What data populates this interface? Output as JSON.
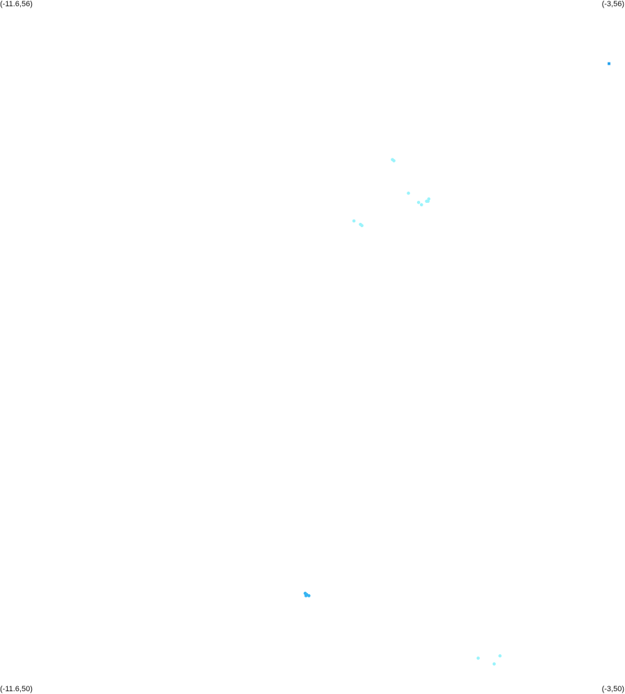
{
  "map": {
    "bounds": {
      "lon_min": -11.6,
      "lon_max": -3,
      "lat_min": 50,
      "lat_max": 56
    },
    "corner_labels": {
      "top_left": "(-11.6,56)",
      "top_right": "(-3,56)",
      "bottom_left": "(-11.6,50)",
      "bottom_right": "(-3,50)"
    },
    "colors": {
      "background": "#ffffff",
      "label_text": "#111111"
    },
    "points": [
      {
        "lon": -3.22,
        "lat": 55.45,
        "color": "#29a3ee",
        "shape": "square"
      },
      {
        "lon": -6.2,
        "lat": 54.62,
        "color": "#9af3fb",
        "shape": "dot"
      },
      {
        "lon": -6.18,
        "lat": 54.61,
        "color": "#9af3fb",
        "shape": "dot"
      },
      {
        "lon": -5.98,
        "lat": 54.33,
        "color": "#9af3fb",
        "shape": "dot"
      },
      {
        "lon": -5.84,
        "lat": 54.25,
        "color": "#9af3fb",
        "shape": "dot"
      },
      {
        "lon": -5.8,
        "lat": 54.23,
        "color": "#9af3fb",
        "shape": "dot"
      },
      {
        "lon": -5.73,
        "lat": 54.26,
        "color": "#9af3fb",
        "shape": "dot"
      },
      {
        "lon": -5.71,
        "lat": 54.26,
        "color": "#9af3fb",
        "shape": "dot"
      },
      {
        "lon": -5.7,
        "lat": 54.28,
        "color": "#9af3fb",
        "shape": "dot"
      },
      {
        "lon": -6.73,
        "lat": 54.09,
        "color": "#9af3fb",
        "shape": "dot"
      },
      {
        "lon": -6.64,
        "lat": 54.06,
        "color": "#9af3fb",
        "shape": "dot"
      },
      {
        "lon": -6.62,
        "lat": 54.05,
        "color": "#9af3fb",
        "shape": "dot"
      },
      {
        "lon": -7.4,
        "lat": 50.87,
        "color": "#36b4f2",
        "shape": "dot"
      },
      {
        "lon": -7.39,
        "lat": 50.85,
        "color": "#36b4f2",
        "shape": "dot"
      },
      {
        "lon": -7.38,
        "lat": 50.86,
        "color": "#36b4f2",
        "shape": "dot"
      },
      {
        "lon": -7.35,
        "lat": 50.85,
        "color": "#36b4f2",
        "shape": "dot"
      },
      {
        "lon": -5.02,
        "lat": 50.31,
        "color": "#9af3fb",
        "shape": "dot"
      },
      {
        "lon": -4.8,
        "lat": 50.26,
        "color": "#9af3fb",
        "shape": "dot"
      },
      {
        "lon": -4.72,
        "lat": 50.33,
        "color": "#9af3fb",
        "shape": "dot"
      }
    ]
  }
}
